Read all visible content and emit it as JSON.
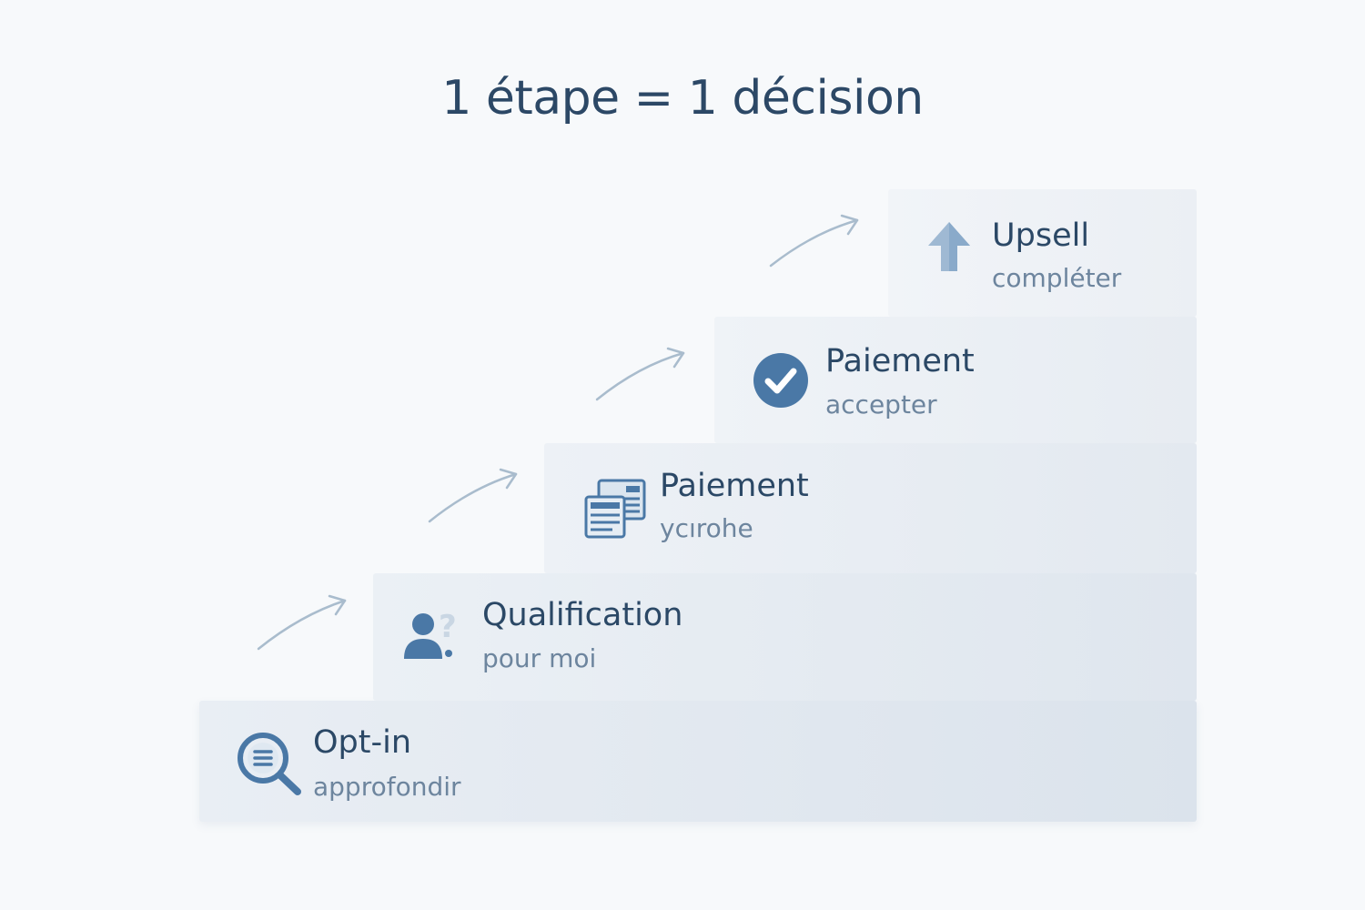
{
  "title": "1 étape = 1 décision",
  "colors": {
    "icon": "#4a78a6",
    "text": "#2b4866",
    "subtext": "#6d859e",
    "arrow": "#a9bccd"
  },
  "steps": [
    {
      "label": "Opt-in",
      "sub": "approfondir",
      "icon": "magnifier-list-icon"
    },
    {
      "label": "Qualification",
      "sub": "pour moi",
      "icon": "person-question-icon"
    },
    {
      "label": "Paiement",
      "sub": "ycırohe",
      "icon": "documents-icon"
    },
    {
      "label": "Paiement",
      "sub": "accepter",
      "icon": "check-circle-icon"
    },
    {
      "label": "Upsell",
      "sub": "compléter",
      "icon": "arrow-up-icon"
    }
  ]
}
